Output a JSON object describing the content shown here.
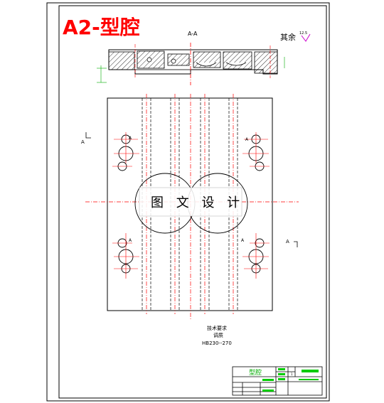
{
  "header": {
    "title": "A2-型腔",
    "section_label": "A-A",
    "roughness_text": "其余",
    "roughness_value": "12.5"
  },
  "view_labels": {
    "left_marker": "A",
    "right_marker": "A",
    "hole_left_top": "A",
    "hole_right_top": "A",
    "hole_left_bottom": "A",
    "hole_right_bottom": "A"
  },
  "watermark": {
    "text": "图 文 设 计"
  },
  "notes": {
    "heading": "技术要求",
    "line1": "调质",
    "line2": "HB230--270"
  },
  "title_block": {
    "part_name": "型腔",
    "small_mark": "1"
  },
  "colors": {
    "title_red": "#ff0000",
    "centerline_red": "#ff0000",
    "hatch": "#000000",
    "title_block_green": "#00cc00",
    "roughness_magenta": "#cc00cc"
  }
}
